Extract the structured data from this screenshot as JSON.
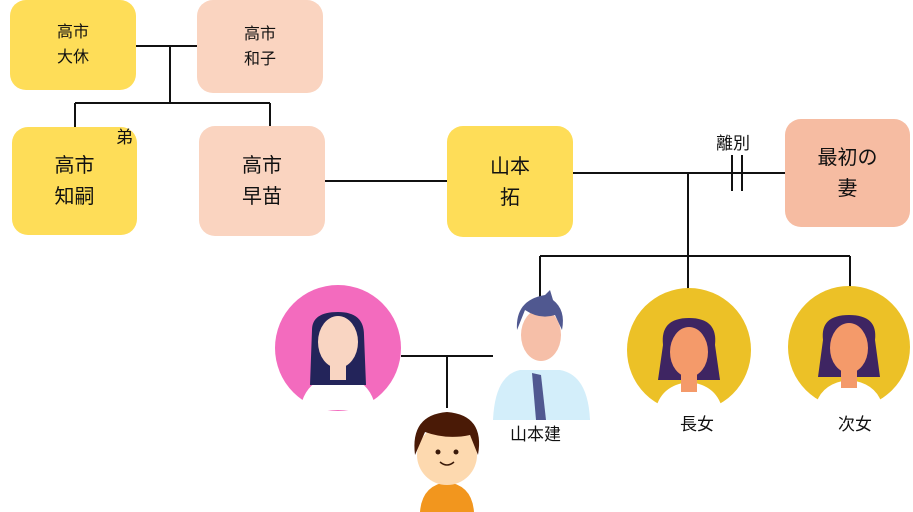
{
  "boxes": {
    "grandfather": {
      "surname": "高市",
      "given": "大休"
    },
    "grandmother": {
      "surname": "高市",
      "given": "和子"
    },
    "brother": {
      "surname": "高市",
      "given": "知嗣"
    },
    "sanae": {
      "surname": "高市",
      "given": "早苗"
    },
    "taku": {
      "surname": "山本",
      "given": "拓"
    },
    "first_wife": {
      "line1": "最初の",
      "line2": "妻"
    }
  },
  "labels": {
    "brother_relation": "弟",
    "divorce": "離別",
    "son": "山本建",
    "eldest_daughter": "長女",
    "second_daughter": "次女"
  },
  "colors": {
    "male": "#FEDD58",
    "female": "#FAD4C0",
    "first_wife": "#F6BCA2",
    "pink": "#F36BBE",
    "gold": "#ECC127"
  }
}
